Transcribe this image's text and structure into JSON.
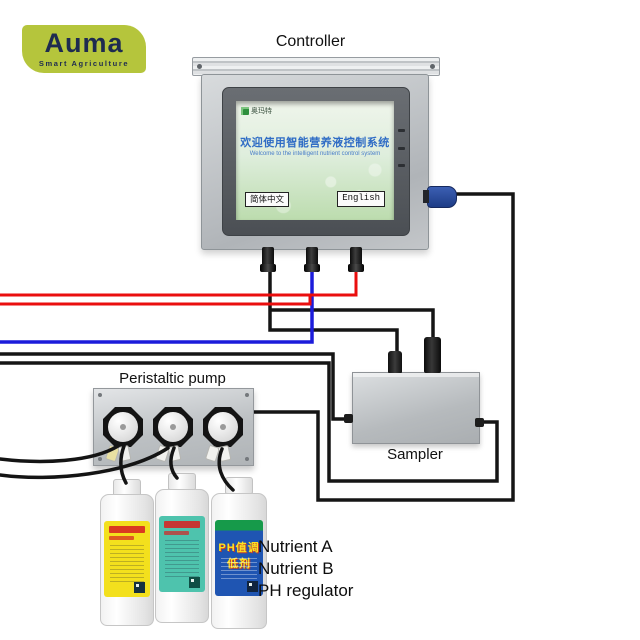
{
  "brand": {
    "name": "Auma",
    "tagline": "Smart Agriculture",
    "bg_color": "#b5c53c",
    "text_color": "#1e2b50"
  },
  "labels": {
    "controller": "Controller",
    "peristaltic_pump": "Peristaltic pump",
    "sampler": "Sampler"
  },
  "screen": {
    "logo_text": "奥玛特",
    "title_zh": "欢迎使用智能营养液控制系统",
    "title_en": "Welcome to the intelligent nutrient control system",
    "title_color": "#2f6cc5",
    "buttons": [
      {
        "label": "简体中文"
      },
      {
        "label": "English"
      }
    ]
  },
  "bottles": [
    {
      "name": "nutrient-a",
      "label_color": "#f3e01d"
    },
    {
      "name": "nutrient-b",
      "label_color": "#4ec3ad"
    },
    {
      "name": "ph-regulator",
      "label_color": "#1f55b2",
      "label_text": "PH值调低剂"
    }
  ],
  "caption": {
    "items": [
      "Nutrient A",
      "Nutrient B",
      "PH regulator"
    ]
  },
  "wires": {
    "red": "#ea0e0e",
    "blue": "#1c1cdb",
    "black": "#151515"
  }
}
